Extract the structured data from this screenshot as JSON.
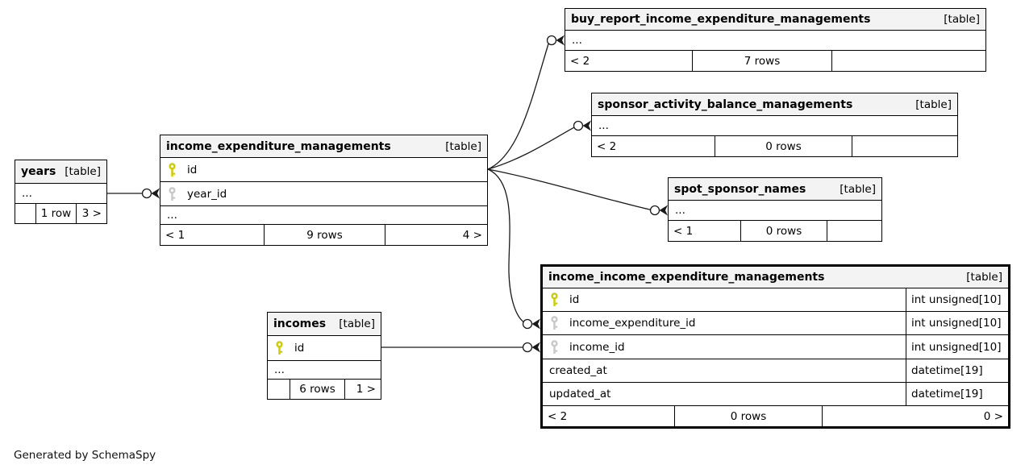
{
  "diagram": {
    "generator_note": "Generated by SchemaSpy"
  },
  "colors": {
    "primary_key": "#cccc00",
    "foreign_key": "#c8c8c8",
    "header_bg": "#f3f3f3",
    "border": "#000000",
    "line": "#1a1a1a"
  },
  "tables": [
    {
      "id": "buy_report_income_expenditure_managements",
      "title": "buy_report_income_expenditure_managements",
      "tag": "[table]",
      "emphasized": false,
      "rows": [
        {
          "label": "..."
        }
      ],
      "footer": {
        "left": "< 2",
        "center": "7 rows",
        "right": ""
      }
    },
    {
      "id": "sponsor_activity_balance_managements",
      "title": "sponsor_activity_balance_managements",
      "tag": "[table]",
      "emphasized": false,
      "rows": [
        {
          "label": "..."
        }
      ],
      "footer": {
        "left": "< 2",
        "center": "0 rows",
        "right": ""
      }
    },
    {
      "id": "income_expenditure_managements",
      "title": "income_expenditure_managements",
      "tag": "[table]",
      "emphasized": false,
      "rows": [
        {
          "icon": "primary",
          "label": "id"
        },
        {
          "icon": "foreign",
          "label": "year_id"
        },
        {
          "label": "..."
        }
      ],
      "footer": {
        "left": "< 1",
        "center": "9 rows",
        "right": "4 >"
      }
    },
    {
      "id": "years",
      "title": "years",
      "tag": "[table]",
      "emphasized": false,
      "rows": [
        {
          "label": "..."
        }
      ],
      "footer": {
        "left": "",
        "center": "1 row",
        "right": "3 >"
      }
    },
    {
      "id": "spot_sponsor_names",
      "title": "spot_sponsor_names",
      "tag": "[table]",
      "emphasized": false,
      "rows": [
        {
          "label": "..."
        }
      ],
      "footer": {
        "left": "< 1",
        "center": "0 rows",
        "right": ""
      }
    },
    {
      "id": "incomes",
      "title": "incomes",
      "tag": "[table]",
      "emphasized": false,
      "rows": [
        {
          "icon": "primary",
          "label": "id"
        },
        {
          "label": "..."
        }
      ],
      "footer": {
        "left": "",
        "center": "6 rows",
        "right": "1 >"
      }
    },
    {
      "id": "income_income_expenditure_managements",
      "title": "income_income_expenditure_managements",
      "tag": "[table]",
      "emphasized": true,
      "rows": [
        {
          "icon": "primary",
          "label": "id",
          "type": "int unsigned[10]"
        },
        {
          "icon": "foreign",
          "label": "income_expenditure_id",
          "type": "int unsigned[10]"
        },
        {
          "icon": "foreign",
          "label": "income_id",
          "type": "int unsigned[10]"
        },
        {
          "label": "created_at",
          "type": "datetime[19]"
        },
        {
          "label": "updated_at",
          "type": "datetime[19]"
        }
      ],
      "footer": {
        "left": "< 2",
        "center": "0 rows",
        "right": "0 >"
      }
    }
  ],
  "relationships": [
    {
      "parent": "years",
      "child": "income_expenditure_managements.year_id"
    },
    {
      "parent": "income_expenditure_managements.id",
      "child": "buy_report_income_expenditure_managements"
    },
    {
      "parent": "income_expenditure_managements.id",
      "child": "sponsor_activity_balance_managements"
    },
    {
      "parent": "income_expenditure_managements.id",
      "child": "spot_sponsor_names"
    },
    {
      "parent": "income_expenditure_managements.id",
      "child": "income_income_expenditure_managements.income_expenditure_id"
    },
    {
      "parent": "incomes.id",
      "child": "income_income_expenditure_managements.income_id"
    }
  ]
}
